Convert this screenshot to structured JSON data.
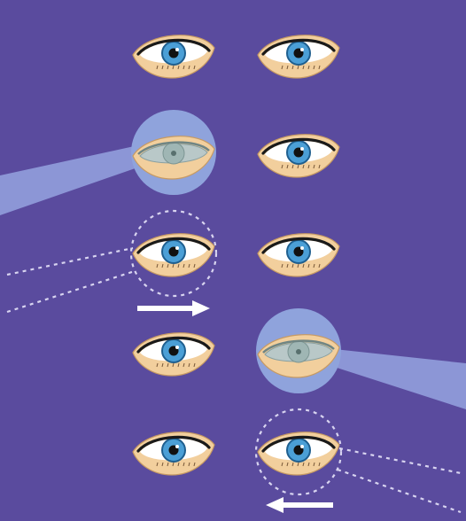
{
  "colors": {
    "background": "#5a4b9e",
    "light_beam": "#8f9ad9",
    "illuminated_circle": "#8fa3dc",
    "dashed_outline": "#d8d4f0",
    "arrow": "#ffffff",
    "skin": "#f2cf9d",
    "skin_shadow": "#c79a63",
    "sclera": "#ffffff",
    "iris": "#4b9fd6",
    "iris_edge": "#1f5f8f",
    "pupil": "#111111",
    "lashes": "#1a1a1a",
    "constricted_eye": "#b9c8c8"
  },
  "diagram": {
    "rows": [
      {
        "left": "normal",
        "right": "normal"
      },
      {
        "left": "illuminated",
        "right": "normal"
      },
      {
        "left": "dashed",
        "right": "normal"
      },
      {
        "left": "normal",
        "right": "illuminated"
      },
      {
        "left": "normal",
        "right": "dashed"
      }
    ],
    "arrows": [
      {
        "direction": "right",
        "after_row": 3
      },
      {
        "direction": "left",
        "after_row": 5
      }
    ]
  }
}
